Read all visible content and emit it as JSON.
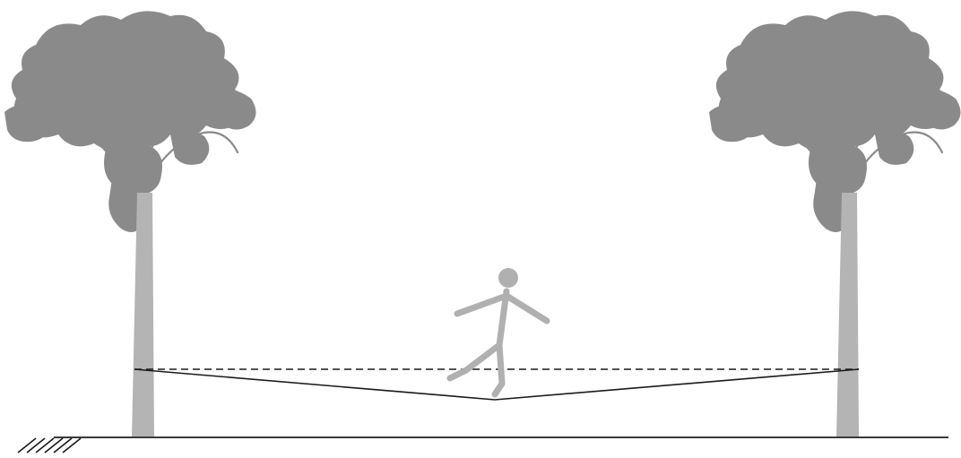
{
  "scene": {
    "description_elements": [
      "left-tree",
      "right-tree",
      "slackline",
      "walker",
      "ground"
    ],
    "colors": {
      "foliage": "#8a8a8a",
      "trunk": "#b4b4b4",
      "figure": "#b0b0b0",
      "rope": "#1a1a1a",
      "background": "#ffffff"
    }
  }
}
